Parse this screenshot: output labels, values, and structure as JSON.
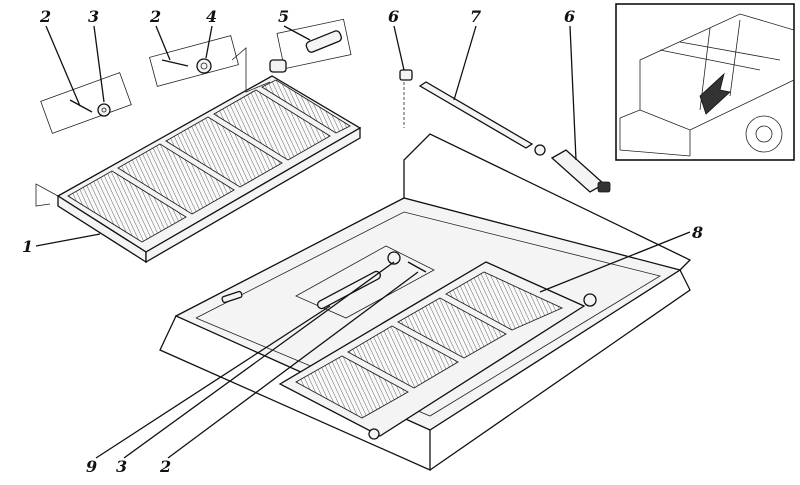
{
  "diagram": {
    "callouts": {
      "c1": "1",
      "c2a": "2",
      "c3a": "3",
      "c2b": "2",
      "c4": "4",
      "c5": "5",
      "c6a": "6",
      "c7": "7",
      "c6b": "6",
      "c8": "8",
      "c9": "9",
      "c3b": "3",
      "c2c": "2"
    }
  }
}
